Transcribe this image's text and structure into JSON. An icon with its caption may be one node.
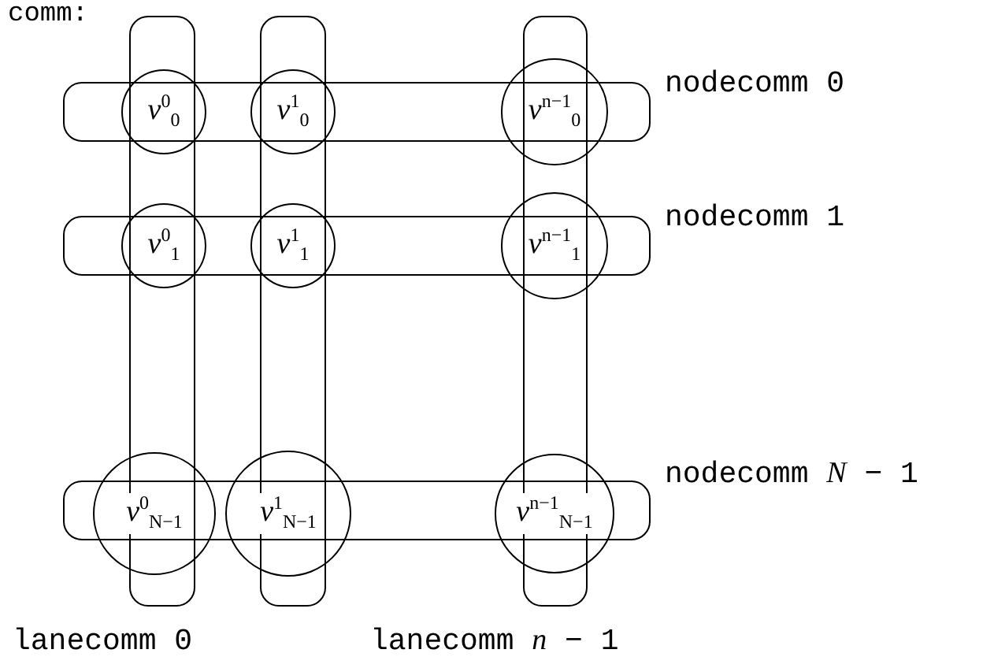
{
  "diagram": {
    "nodes": [
      {
        "text": [
          "lanecomm 0"
        ]
      },
      {
        "text": [],
        "shape": "box"
      },
      {
        "text": [
          "lanecomm *n* − 1"
        ]
      },
      {
        "text": [
          "nodecomm 0"
        ]
      },
      {
        "text": [
          "*v*$^{0}$$_{0}$"
        ]
      },
      {
        "text": [
          "*v*$^{1}$$_{0}$"
        ]
      },
      {
        "text": [
          "*v*$^{n−1}$$_{0}$"
        ]
      },
      {
        "text": [
          "nodecomm 1"
        ]
      },
      {
        "text": [
          "*v*$^{0}$$_{1}$"
        ]
      },
      {
        "text": [
          "*v*$^{1}$$_{1}$"
        ]
      },
      {
        "text": [
          "*v*$^{n−1}$$_{1}$"
        ]
      },
      {
        "text": [
          "nodecomm *N* − 1"
        ]
      },
      {
        "text": [
          "*v*$^{0}$$_{N−1}$"
        ]
      },
      {
        "text": [
          "*v*$^{1}$$_{N−1}$"
        ]
      },
      {
        "text": [
          "*v*$^{n−1}$$_{N−1}$"
        ]
      }
    ],
    "edges": [],
    "labels": [
      "comm:"
    ]
  }
}
